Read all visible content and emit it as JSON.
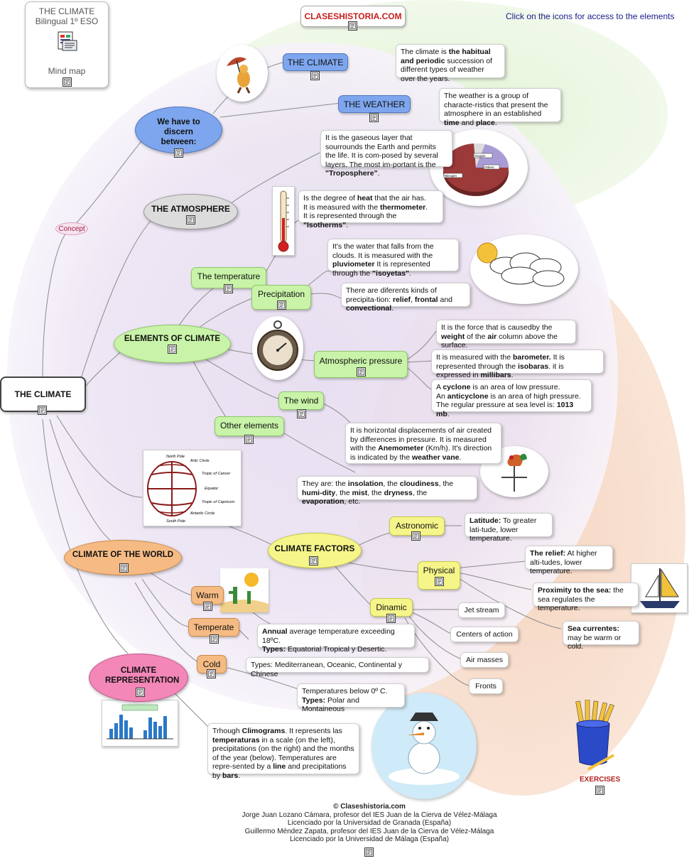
{
  "header": {
    "title": "THE CLIMATE",
    "subtitle": "Bilingual 1º ESO",
    "map_label": "Mind map",
    "site": "CLASESHISTORIA.COM",
    "instruction": "Click on the icons for access to the elements"
  },
  "nodes": {
    "center": "THE CLIMATE",
    "concept": "Concept",
    "discern": "We have to discern between:",
    "climate": "THE CLIMATE",
    "weather": "THE WEATHER",
    "atmosphere": "THE ATMOSPHERE",
    "temperature": "The temperature",
    "precipitation": "Precipitation",
    "elements": "ELEMENTS OF CLIMATE",
    "pressure": "Atmospheric pressure",
    "wind": "The wind",
    "other": "Other elements",
    "factors": "CLIMATE FACTORS",
    "astronomic": "Astronomic",
    "physical": "Physical",
    "dinamic": "Dinamic",
    "jet": "Jet stream",
    "centers": "Centers of action",
    "air": "Air masses",
    "fronts": "Fronts",
    "world": "CLIMATE OF THE WORLD",
    "warm": "Warm",
    "temperate": "Temperate",
    "cold": "Cold",
    "representation": "CLIMATE REPRESENTATION",
    "exercises": "EXERCISES"
  },
  "boxes": {
    "climate_def": {
      "p1": "The climate is ",
      "b1": "the habitual and periodic",
      "p2": " succession of different types of weather over the years."
    },
    "weather_def": {
      "p1": "The weather is a group of characte-ristics that present the atmosphere in an established ",
      "b1": "time",
      "p2": " and ",
      "b2": "place",
      "p3": "."
    },
    "atmosphere_def": {
      "p1": "It is the gaseous layer that sourrounds the Earth and permits the life. It is com-posed by several layers. The most im-portant is the ",
      "b1": "\"Troposphere\"",
      "p2": "."
    },
    "temperature_def": {
      "p1": "Is the degree of ",
      "b1": "heat",
      "p2": " that the air has.",
      "p3": "It is measured with the ",
      "b2": "thermometer",
      "p4": ".",
      "p5": "It is represented through the ",
      "b3": "\"Isotherms\"",
      "p6": "."
    },
    "precip_def": {
      "p1": "It's the water that falls from the clouds. It is measured with the ",
      "b1": "pluviometer",
      "p2": " It is represented through the ",
      "b2": "\"isoyetas\"",
      "p3": "."
    },
    "precip_kinds": {
      "p1": "There are diferents kinds of precipita-tion: ",
      "b1": "relief",
      "p2": ", ",
      "b2": "frontal",
      "p3": " and ",
      "b3": "convectional",
      "p4": "."
    },
    "pressure_def": {
      "p1": "It is the force that is causedby the ",
      "b1": "weight",
      "p2": " of the ",
      "b2": "air",
      "p3": " column above the surface."
    },
    "barometer": {
      "p1": "It is measured with the ",
      "b1": "barometer.",
      "p2": " It is represented through the ",
      "b2": "isobaras",
      "p3": ". it is expressed in ",
      "b3": "millibars",
      "p4": "."
    },
    "cyclone": {
      "p1": "A ",
      "b1": "cyclone",
      "p2": " is an area of low pressure.",
      "p3": "An ",
      "b2": "anticyclone",
      "p4": " is an area of high pressure.",
      "p5": "The regular pressure at sea level is: ",
      "b3": "1013 mb",
      "p6": "."
    },
    "wind_def": {
      "p1": "It is  horizontal displacements of air created by differences in pressure. It is measured with the ",
      "b1": "Anemometer",
      "p2": " (Km/h). It's direction is indicated by the ",
      "b2": "weather vane",
      "p3": "."
    },
    "other_def": {
      "p1": "They are: the ",
      "b1": "insolation",
      "p2": ", the ",
      "b2": "cloudiness",
      "p3": ", the ",
      "b3": "humi-dity",
      "p4": ", the ",
      "b4": "mist",
      "p5": ", the ",
      "b5": "dryness",
      "p6": ", the ",
      "b6": "evaporation",
      "p7": ", etc."
    },
    "latitude": {
      "b1": "Latitude:",
      "p1": " To greater lati-tude,  lower temperature."
    },
    "relief": {
      "b1": "The relief:",
      "p1": " At higher alti-tudes, lower temperature."
    },
    "sea": {
      "b1": "Proximity to the sea:",
      "p1": " the sea regulates the temperature."
    },
    "currents": {
      "b1": "Sea currentes:",
      "p1": " may be warm or cold."
    },
    "warm_def": {
      "b1": "Annual",
      "p1": " average temperature exceeding 18ºC.",
      "b2": "Types:",
      "p2": " Equatorial Tropical y Desertic."
    },
    "temperate_def": {
      "p1": "Types: Mediterranean, Oceanic, Continental y Chinese"
    },
    "cold_def": {
      "p1": "Temperatures below 0º C.",
      "b1": "Types:",
      "p2": " Polar and Montaineous"
    },
    "climogram": {
      "p1": "Trhough ",
      "b1": "Climograms",
      "p2": ". It represents las ",
      "b2": "temperaturas",
      "p3": " in a scale (on the left), precipitations (on the right) and the months of the year (below). Temperatures are repre-sented by a ",
      "b3": "line",
      "p4": " and precipitations by ",
      "b4": "bars",
      "p5": "."
    }
  },
  "globe_labels": {
    "north_pole": "North Pole",
    "artic": "Artic Circle",
    "cancer": "Tropic of Cancer",
    "equator": "Equator",
    "capricorn": "Tropic of Capricorn",
    "antartic": "Antartic Circle",
    "south_pole": "South Pole"
  },
  "pie_labels": {
    "a": "Oxygen",
    "b": "Others",
    "c": "Nitrogen"
  },
  "footer": {
    "copyright": "© Claseshistoria.com",
    "line1": "Jorge Juan Lozano Cámara, profesor del IES Juan de la Cierva de Vélez-Málaga",
    "line2": "Licenciado por la Universidad de Granada (España)",
    "line3": "Guillermo Méndez Zapata, profesor del IES Juan de la Cierva de Vélez-Málaga",
    "line4": "Licenciado por la Universidad de Málaga (España)"
  },
  "colors": {
    "green_node": "#c8f3a8",
    "yellow_node": "#f5f58a",
    "orange_node": "#f6bb84",
    "blue_node": "#7ea6ee",
    "pink_node": "#f287b8",
    "gray_node": "#dcdcdc",
    "link_text": "#1a1a8a",
    "exercises": "#b22222"
  },
  "icons": {
    "document": "document-icon"
  }
}
